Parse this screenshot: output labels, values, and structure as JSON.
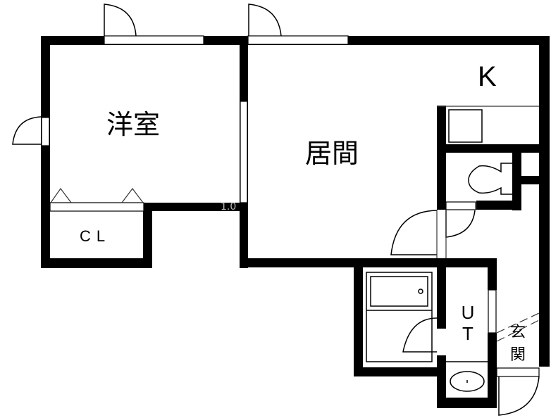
{
  "floor_plan": {
    "rooms": {
      "western_room": {
        "label": "洋室"
      },
      "living": {
        "label": "居間"
      },
      "kitchen": {
        "label": "K"
      },
      "closet": {
        "label": "CL"
      },
      "utility": {
        "label_line1": "U",
        "label_line2": "T"
      },
      "entrance": {
        "label_line1": "玄",
        "label_line2": "関"
      }
    },
    "faint_mark": "1.0",
    "colors": {
      "wall": "#000000",
      "background": "#ffffff"
    }
  }
}
